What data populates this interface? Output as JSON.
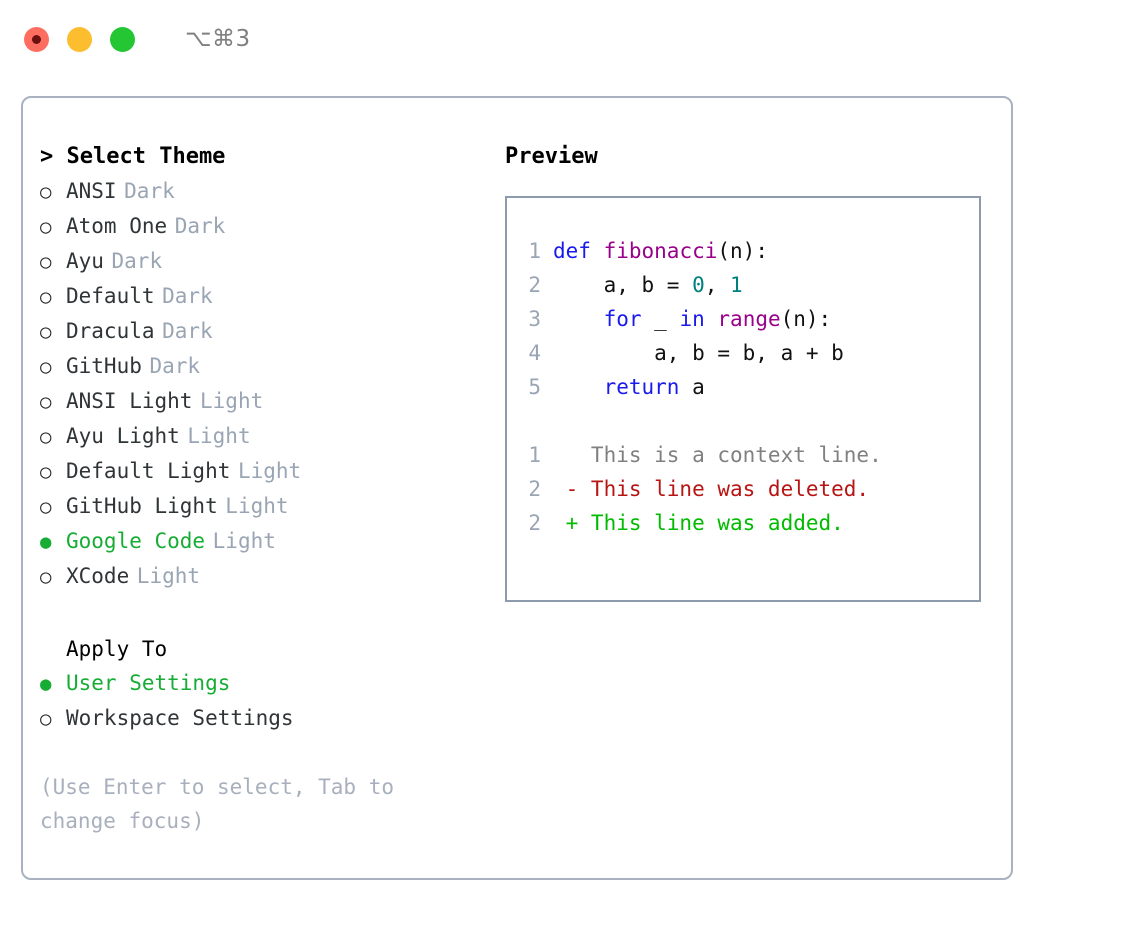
{
  "titlebar": {
    "shortcut": "⌥⌘3",
    "buttons": [
      {
        "name": "close",
        "color": "#fd6e61"
      },
      {
        "name": "minimize",
        "color": "#fcbd2e"
      },
      {
        "name": "maximize",
        "color": "#25c633"
      }
    ]
  },
  "theme_section": {
    "header": "> Select Theme",
    "items": [
      {
        "label": "ANSI",
        "category": "Dark",
        "selected": false,
        "bullet": "○"
      },
      {
        "label": "Atom One",
        "category": "Dark",
        "selected": false,
        "bullet": "○"
      },
      {
        "label": "Ayu",
        "category": "Dark",
        "selected": false,
        "bullet": "○"
      },
      {
        "label": "Default",
        "category": "Dark",
        "selected": false,
        "bullet": "○"
      },
      {
        "label": "Dracula",
        "category": "Dark",
        "selected": false,
        "bullet": "○"
      },
      {
        "label": "GitHub",
        "category": "Dark",
        "selected": false,
        "bullet": "○"
      },
      {
        "label": "ANSI Light",
        "category": "Light",
        "selected": false,
        "bullet": "○"
      },
      {
        "label": "Ayu Light",
        "category": "Light",
        "selected": false,
        "bullet": "○"
      },
      {
        "label": "Default Light",
        "category": "Light",
        "selected": false,
        "bullet": "○"
      },
      {
        "label": "GitHub Light",
        "category": "Light",
        "selected": false,
        "bullet": "○"
      },
      {
        "label": "Google Code",
        "category": "Light",
        "selected": true,
        "bullet": "●"
      },
      {
        "label": "XCode",
        "category": "Light",
        "selected": false,
        "bullet": "○"
      }
    ]
  },
  "apply_section": {
    "title": "Apply To",
    "items": [
      {
        "label": "User Settings",
        "selected": true,
        "bullet": "●"
      },
      {
        "label": "Workspace Settings",
        "selected": false,
        "bullet": "○"
      }
    ]
  },
  "hint": "(Use Enter to select, Tab to change focus)",
  "preview": {
    "title": "Preview",
    "code_lines": [
      {
        "no": "1",
        "tokens": [
          {
            "t": "def",
            "c": "kw"
          },
          {
            "t": " ",
            "c": "pl"
          },
          {
            "t": "fibonacci",
            "c": "fn"
          },
          {
            "t": "(n):",
            "c": "pl"
          }
        ]
      },
      {
        "no": "2",
        "tokens": [
          {
            "t": "    a, b = ",
            "c": "pl"
          },
          {
            "t": "0",
            "c": "num"
          },
          {
            "t": ", ",
            "c": "pl"
          },
          {
            "t": "1",
            "c": "num"
          }
        ]
      },
      {
        "no": "3",
        "tokens": [
          {
            "t": "    ",
            "c": "pl"
          },
          {
            "t": "for",
            "c": "kw"
          },
          {
            "t": " _ ",
            "c": "pl"
          },
          {
            "t": "in",
            "c": "kw"
          },
          {
            "t": " ",
            "c": "pl"
          },
          {
            "t": "range",
            "c": "fn"
          },
          {
            "t": "(n):",
            "c": "pl"
          }
        ]
      },
      {
        "no": "4",
        "tokens": [
          {
            "t": "        a, b = b, a + b",
            "c": "pl"
          }
        ]
      },
      {
        "no": "5",
        "tokens": [
          {
            "t": "    ",
            "c": "pl"
          },
          {
            "t": "return",
            "c": "kw"
          },
          {
            "t": " a",
            "c": "pl"
          }
        ]
      }
    ],
    "diff_lines": [
      {
        "no": "1",
        "text": "   This is a context line.",
        "kind": "d-ctx"
      },
      {
        "no": "2",
        "text": " - This line was deleted.",
        "kind": "d-del"
      },
      {
        "no": "2",
        "text": " + This line was added.",
        "kind": "d-add"
      }
    ]
  },
  "colors": {
    "accent_green": "#17ad35",
    "muted": "#9aa5b4",
    "border": "#a8b2c0",
    "keyword": "#1a1aee",
    "function": "#99008b",
    "number": "#007f7f",
    "diff_deleted": "#b81414",
    "diff_added": "#00bb00"
  }
}
